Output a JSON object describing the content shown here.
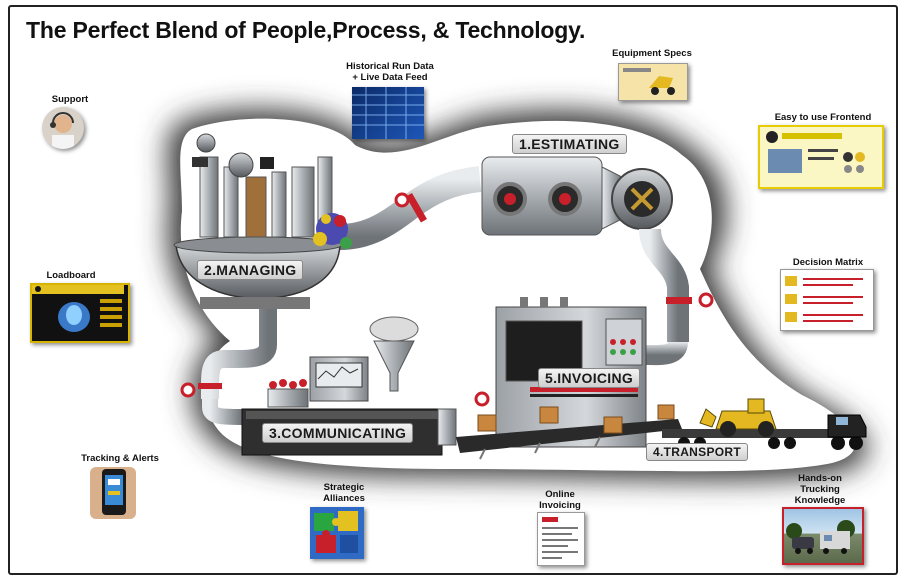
{
  "title": "The Perfect Blend of People,Process, & Technology.",
  "stages": {
    "estimating": "1.ESTIMATING",
    "managing": "2.MANAGING",
    "communicating": "3.COMMUNICATING",
    "transport": "4.TRANSPORT",
    "invoicing": "5.INVOICING"
  },
  "resources": {
    "support": "Support",
    "historical_1": "Historical Run Data",
    "historical_2": "+ Live Data Feed",
    "equipment_specs": "Equipment Specs",
    "frontend": "Easy to use Frontend",
    "decision_matrix": "Decision Matrix",
    "loadboard": "Loadboard",
    "tracking": "Tracking & Alerts",
    "strategic_1": "Strategic",
    "strategic_2": "Alliances",
    "online_1": "Online",
    "online_2": "Invoicing",
    "trucking_1": "Hands-on",
    "trucking_2": "Trucking",
    "trucking_3": "Knowledge"
  },
  "colors": {
    "pipe": "#b8bcc0",
    "valve": "#c8202a",
    "accent_yellow": "#f2c400",
    "dark": "#1c1c1c"
  },
  "icons": [
    "headset-agent-icon",
    "data-screen-icon",
    "loader-photo-icon",
    "frontend-screenshot-icon",
    "decision-matrix-icon",
    "loadboard-icon",
    "smartphone-icon",
    "puzzle-icon",
    "invoice-document-icon",
    "trucks-photo-icon"
  ]
}
